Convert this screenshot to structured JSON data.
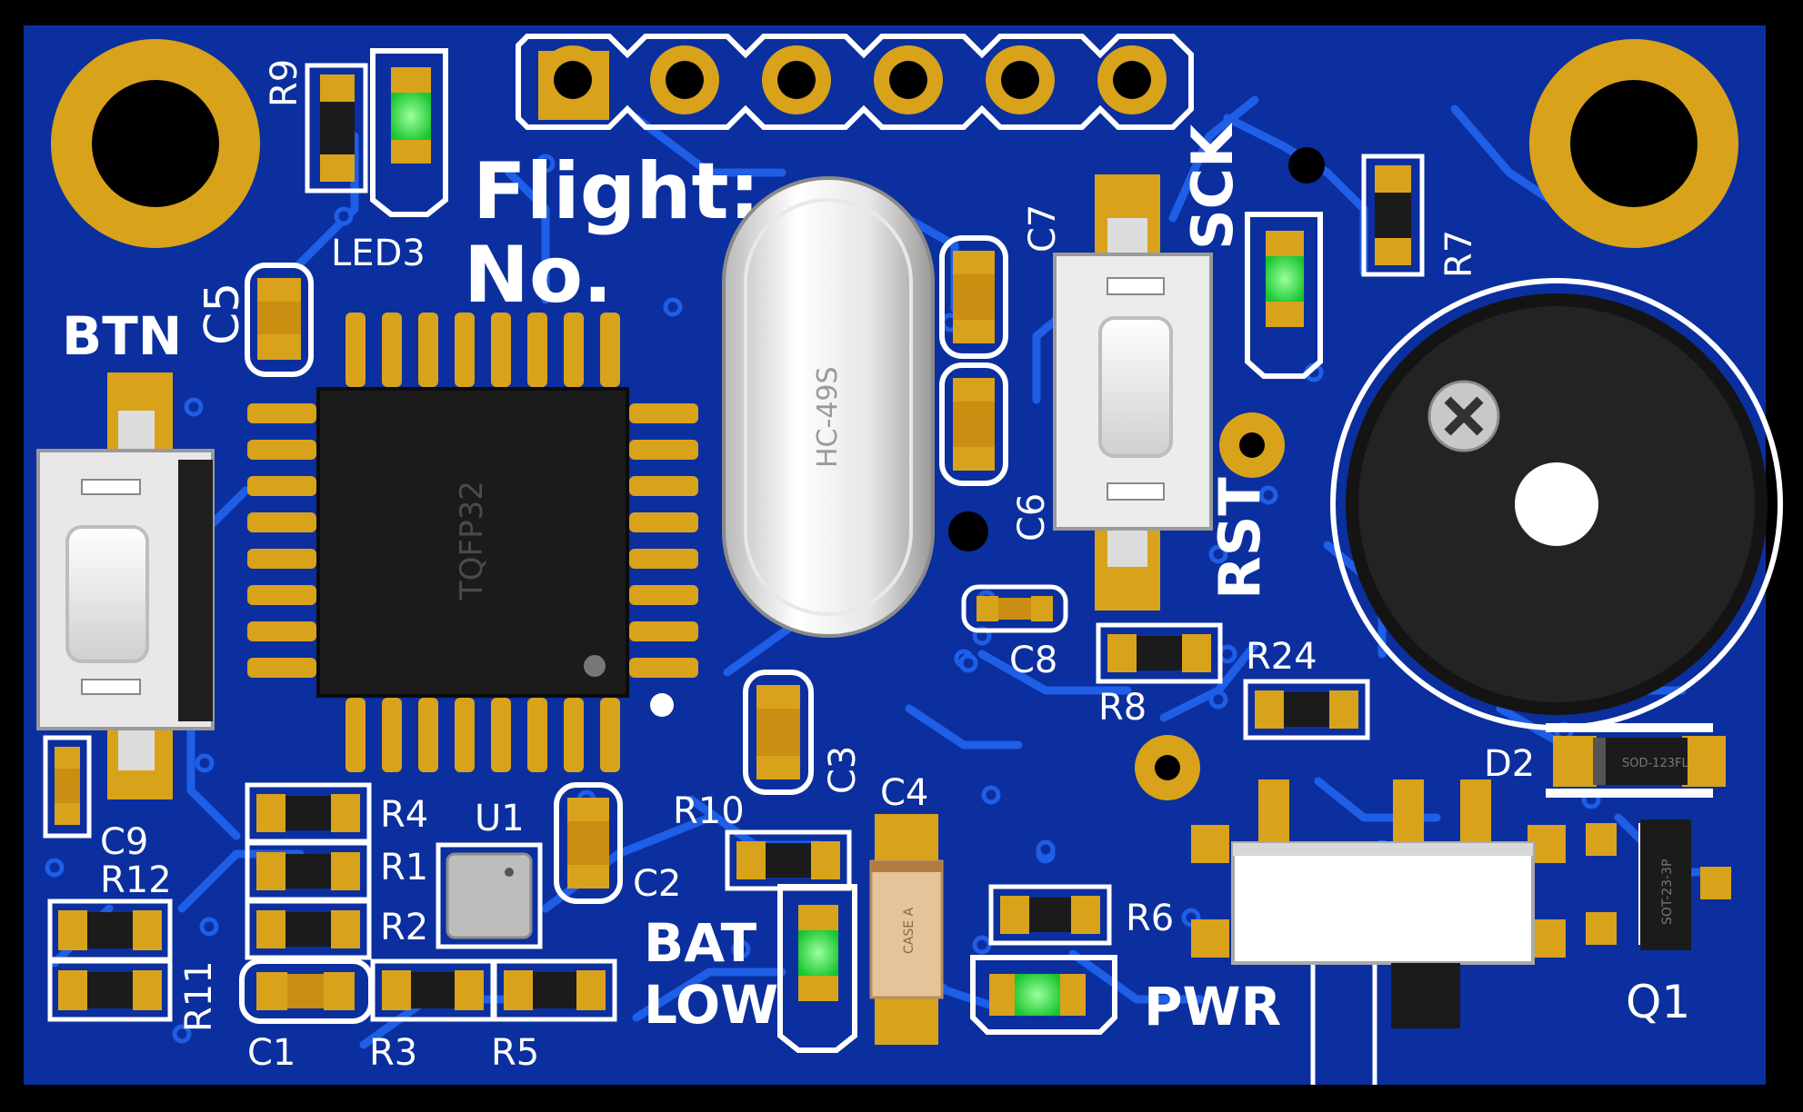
{
  "board": {
    "colors": {
      "background": "#000000",
      "substrate": "#0b2f9e",
      "trace": "#1f5ee6",
      "pad": "#d9a21b",
      "silkscreen": "#ffffff",
      "chip": "#1b1b1b",
      "led_green": "#22e040",
      "buzzer": "#111111"
    },
    "header_pins": 6,
    "silkscreen": {
      "flight": "Flight:",
      "no": "No.",
      "sck": "SCK",
      "rst": "RST",
      "btn": "BTN",
      "bat": "BAT",
      "low": "LOW",
      "pwr": "PWR"
    },
    "labels": {
      "r9": "R9",
      "led3": "LED3",
      "c5": "C5",
      "c7": "C7",
      "c6": "C6",
      "r7": "R7",
      "c8": "C8",
      "r24": "R24",
      "r8": "R8",
      "c3": "C3",
      "c4": "C4",
      "r10": "R10",
      "c2": "C2",
      "r6": "R6",
      "d2": "D2",
      "q1": "Q1",
      "c9": "C9",
      "r12": "R12",
      "r11": "R11",
      "r4": "R4",
      "r1": "R1",
      "r2": "R2",
      "u1": "U1",
      "c1": "C1",
      "r3": "R3",
      "r5": "R5"
    },
    "component_text": {
      "mcu": "TQFP32",
      "crystal": "HC-49S",
      "diode_pkg": "SOD-123FL",
      "transistor_pkg": "SOT-23-3P",
      "cap_pkg": "CASE A"
    }
  }
}
